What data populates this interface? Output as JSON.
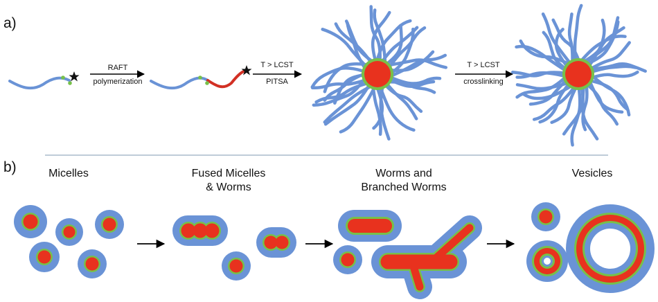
{
  "panels": {
    "a": {
      "label": "a)",
      "steps": [
        {
          "top": "RAFT",
          "bottom": "polymerization"
        },
        {
          "top": "T > LCST",
          "bottom": "PITSA"
        },
        {
          "top": "T > LCST",
          "bottom": "crosslinking"
        }
      ]
    },
    "b": {
      "label": "b)",
      "stages": [
        {
          "line1": "Micelles",
          "line2": ""
        },
        {
          "line1": "Fused Micelles",
          "line2": "& Worms"
        },
        {
          "line1": "Worms and",
          "line2": "Branched Worms"
        },
        {
          "line1": "Vesicles",
          "line2": ""
        }
      ]
    }
  },
  "colors": {
    "corona": "#6a93d6",
    "core": "#e8321e",
    "shell": "#77c04a",
    "arrow": "#000000",
    "divider": "#a9bccb"
  }
}
